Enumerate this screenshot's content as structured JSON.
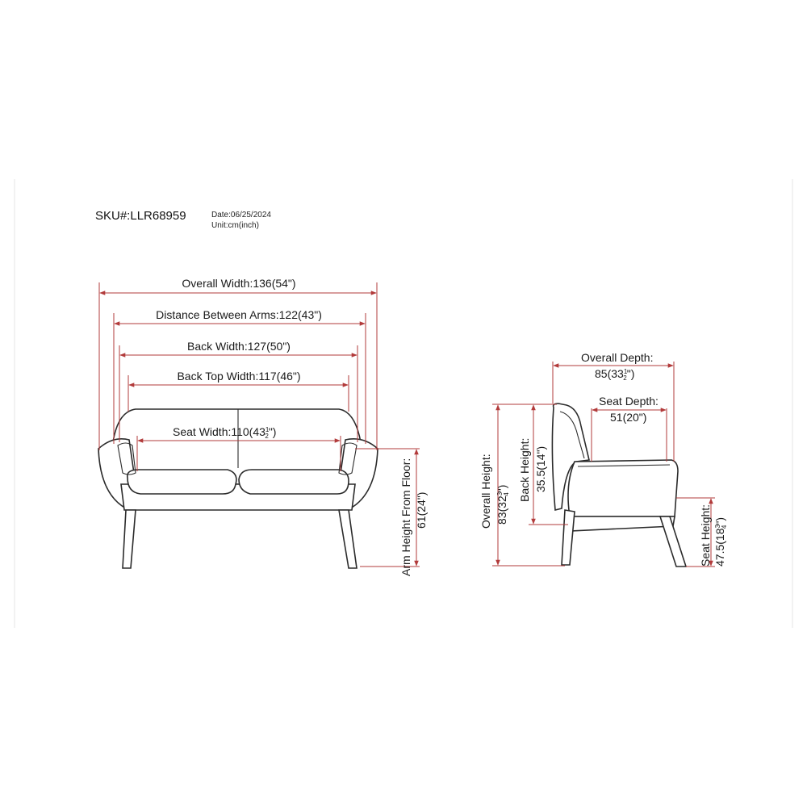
{
  "header": {
    "sku": "SKU#:LLR68959",
    "date": "Date:06/25/2024",
    "unit": "Unit:cm(inch)"
  },
  "front_view": {
    "overall_width": "Overall Width:136(54\")",
    "distance_between_arms": "Distance Between Arms:122(43\")",
    "back_width": "Back Width:127(50\")",
    "back_top_width": "Back Top Width:117(46\")",
    "seat_width_main": "Seat Width:110(43",
    "seat_width_frac_num": "1",
    "seat_width_frac_den": "2",
    "seat_width_tail": "\")",
    "arm_height_label": "Arm Height From Floor:",
    "arm_height_value": "61(24\")"
  },
  "side_view": {
    "overall_depth_label": "Overall Depth:",
    "overall_depth_main": "85(33",
    "overall_depth_frac_num": "1",
    "overall_depth_frac_den": "2",
    "overall_depth_tail": "\")",
    "seat_depth_label": "Seat Depth:",
    "seat_depth_value": "51(20\")",
    "overall_height_label": "Overall Height:",
    "overall_height_main": "83(32",
    "overall_height_frac_num": "3",
    "overall_height_frac_den": "4",
    "overall_height_tail": "\")",
    "back_height_label": "Back Height:",
    "back_height_value": "35.5(14\")",
    "seat_height_label": "Seat Height:",
    "seat_height_main": "47.5(18",
    "seat_height_frac_num": "3",
    "seat_height_frac_den": "4",
    "seat_height_tail": "\")"
  }
}
